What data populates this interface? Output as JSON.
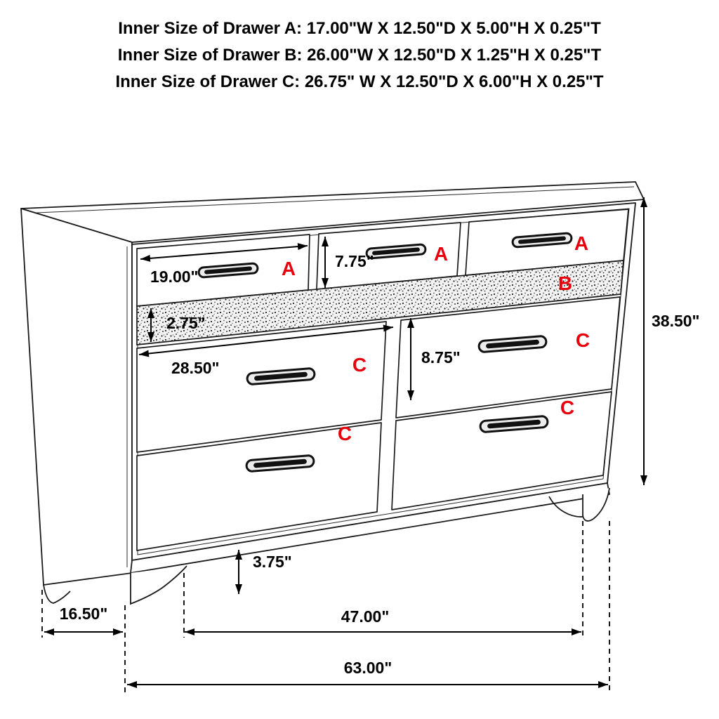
{
  "header": {
    "lines": [
      "Inner Size of Drawer A: 17.00\"W X 12.50\"D X 5.00\"H X 0.25\"T",
      "Inner Size of Drawer B: 26.00\"W X 12.50\"D X 1.25\"H X 0.25\"T",
      "Inner Size of Drawer C: 26.75\" W X 12.50\"D X 6.00\"H X 0.25\"T"
    ]
  },
  "colors": {
    "label_red": "#e8000d",
    "line_black": "#1a1a1a"
  },
  "labels": {
    "drawer_a": "A",
    "drawer_b": "B",
    "drawer_c": "C"
  },
  "dimensions": {
    "drawer_a_width": "19.00\"",
    "drawer_a_front_height": "7.75\"",
    "trim_height": "2.75\"",
    "drawer_c_width": "28.50\"",
    "drawer_c_front_height": "8.75\"",
    "overall_height": "38.50\"",
    "leg_height": "3.75\"",
    "overall_depth": "16.50\"",
    "leg_span_width": "47.00\"",
    "overall_width": "63.00\""
  }
}
